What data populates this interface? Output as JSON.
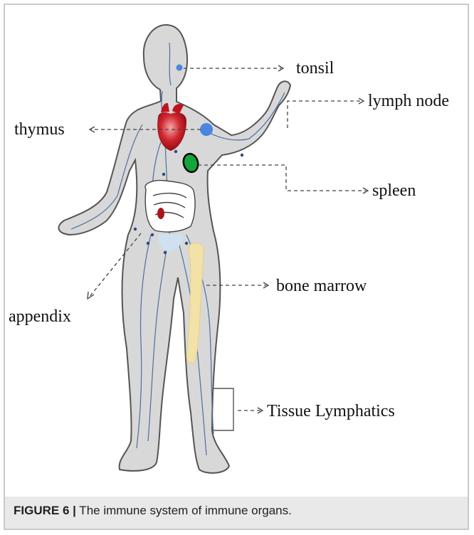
{
  "labels": {
    "tonsil": "tonsil",
    "lymph_node": "lymph node",
    "thymus": "thymus",
    "spleen": "spleen",
    "appendix": "appendix",
    "bone_marrow": "bone marrow",
    "tissue_lymphatics": "Tissue Lymphatics"
  },
  "caption": {
    "label": "FIGURE 6 |",
    "text": " The immune system of immune organs."
  },
  "colors": {
    "body_fill": "#d8d8d8",
    "body_stroke": "#555555",
    "vessel": "#4a6fa0",
    "node": "#4a86e0",
    "thymus": "#c0121e",
    "spleen": "#11a63a",
    "bone": "#f2e2a8",
    "arrow": "#444444"
  }
}
